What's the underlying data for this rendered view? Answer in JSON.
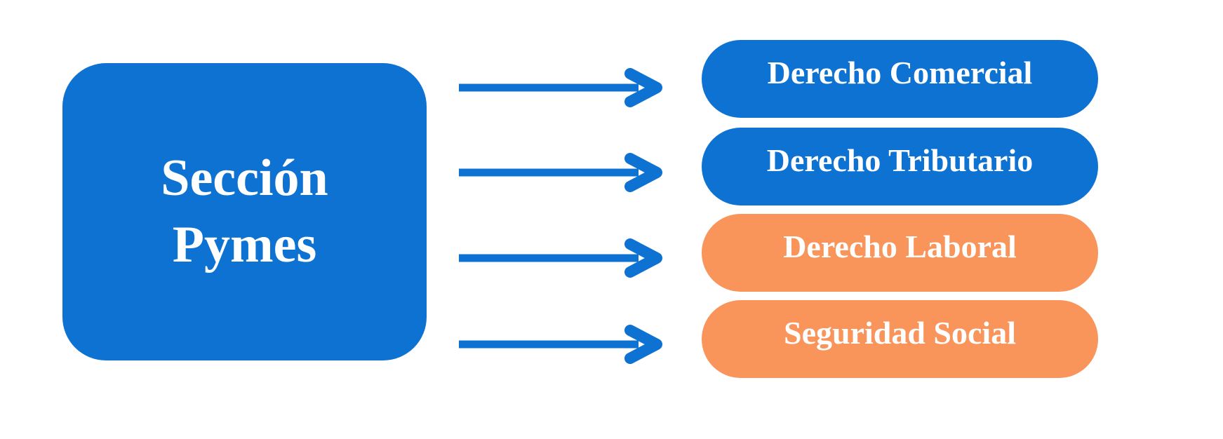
{
  "diagram": {
    "background": "#ffffff",
    "colors": {
      "blue": "#0e72d2",
      "orange": "#f9945a",
      "text": "#ffffff"
    },
    "source": {
      "label_line1": "Sección",
      "label_line2": "Pymes",
      "color": "#0e72d2"
    },
    "branches": [
      {
        "label": "Derecho Comercial",
        "color": "#0e72d2"
      },
      {
        "label": "Derecho Tributario",
        "color": "#0e72d2"
      },
      {
        "label": "Derecho Laboral",
        "color": "#f9945a"
      },
      {
        "label": "Seguridad Social",
        "color": "#f9945a"
      }
    ],
    "connector": {
      "icon": "arrow-right-icon",
      "color": "#0e72d2",
      "count": 4
    }
  }
}
